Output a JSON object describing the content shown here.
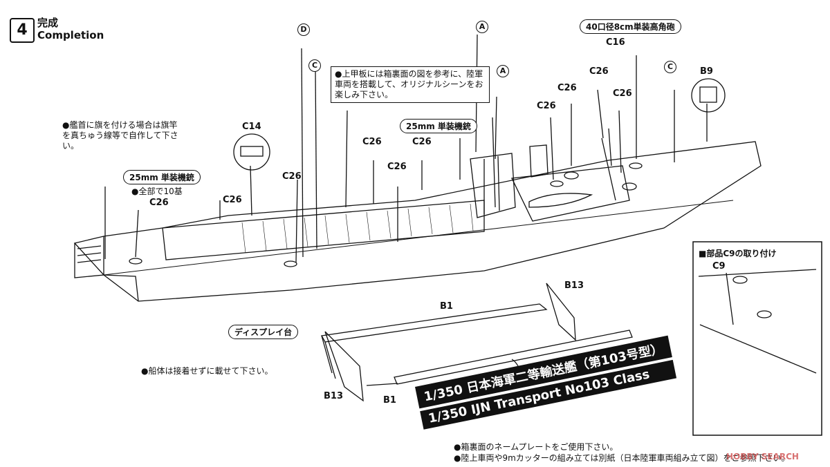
{
  "step": {
    "number": "4",
    "title_ja": "完成",
    "title_en": "Completion"
  },
  "notes": {
    "flag": "●艦首に旗を付ける場合は旗竿を真ちゅう線等で自作して下さい。",
    "deck": "●上甲板には箱裏面の図を参考に、陸軍車両を搭載して、オリジナルシーンをお楽しみ下さい。",
    "guns_total": "●全部で10基",
    "hull_loose": "●船体は接着せずに載せて下さい。",
    "bottom1": "●箱裏面のネームプレートをご使用下さい。",
    "bottom2": "●陸上車両や9mカッターの組み立ては別紙（日本陸軍車両組み立て図）をご参照下さい。"
  },
  "callouts": {
    "mg25_left": "25mm 単装機銃",
    "mg25_mid": "25mm 単装機銃",
    "aa_gun": "40口径8cm単装高角砲",
    "display_stand": "ディスプレイ台",
    "c9_inset": "■部品C9の取り付け"
  },
  "parts": {
    "c14": "C14",
    "c16": "C16",
    "b9": "B9",
    "c9": "C9",
    "b1_top": "B1",
    "b1_bottom": "B1",
    "b13_top": "B13",
    "b13_bottom": "B13",
    "c26": "C26",
    "circle_a": "A",
    "circle_c": "C",
    "circle_d": "D"
  },
  "nameplate": {
    "line1": "1/350 日本海軍二等輸送艦（第103号型）",
    "line2": "1/350 IJN Transport No103 Class"
  },
  "watermark": "HOBBY SEARCH"
}
